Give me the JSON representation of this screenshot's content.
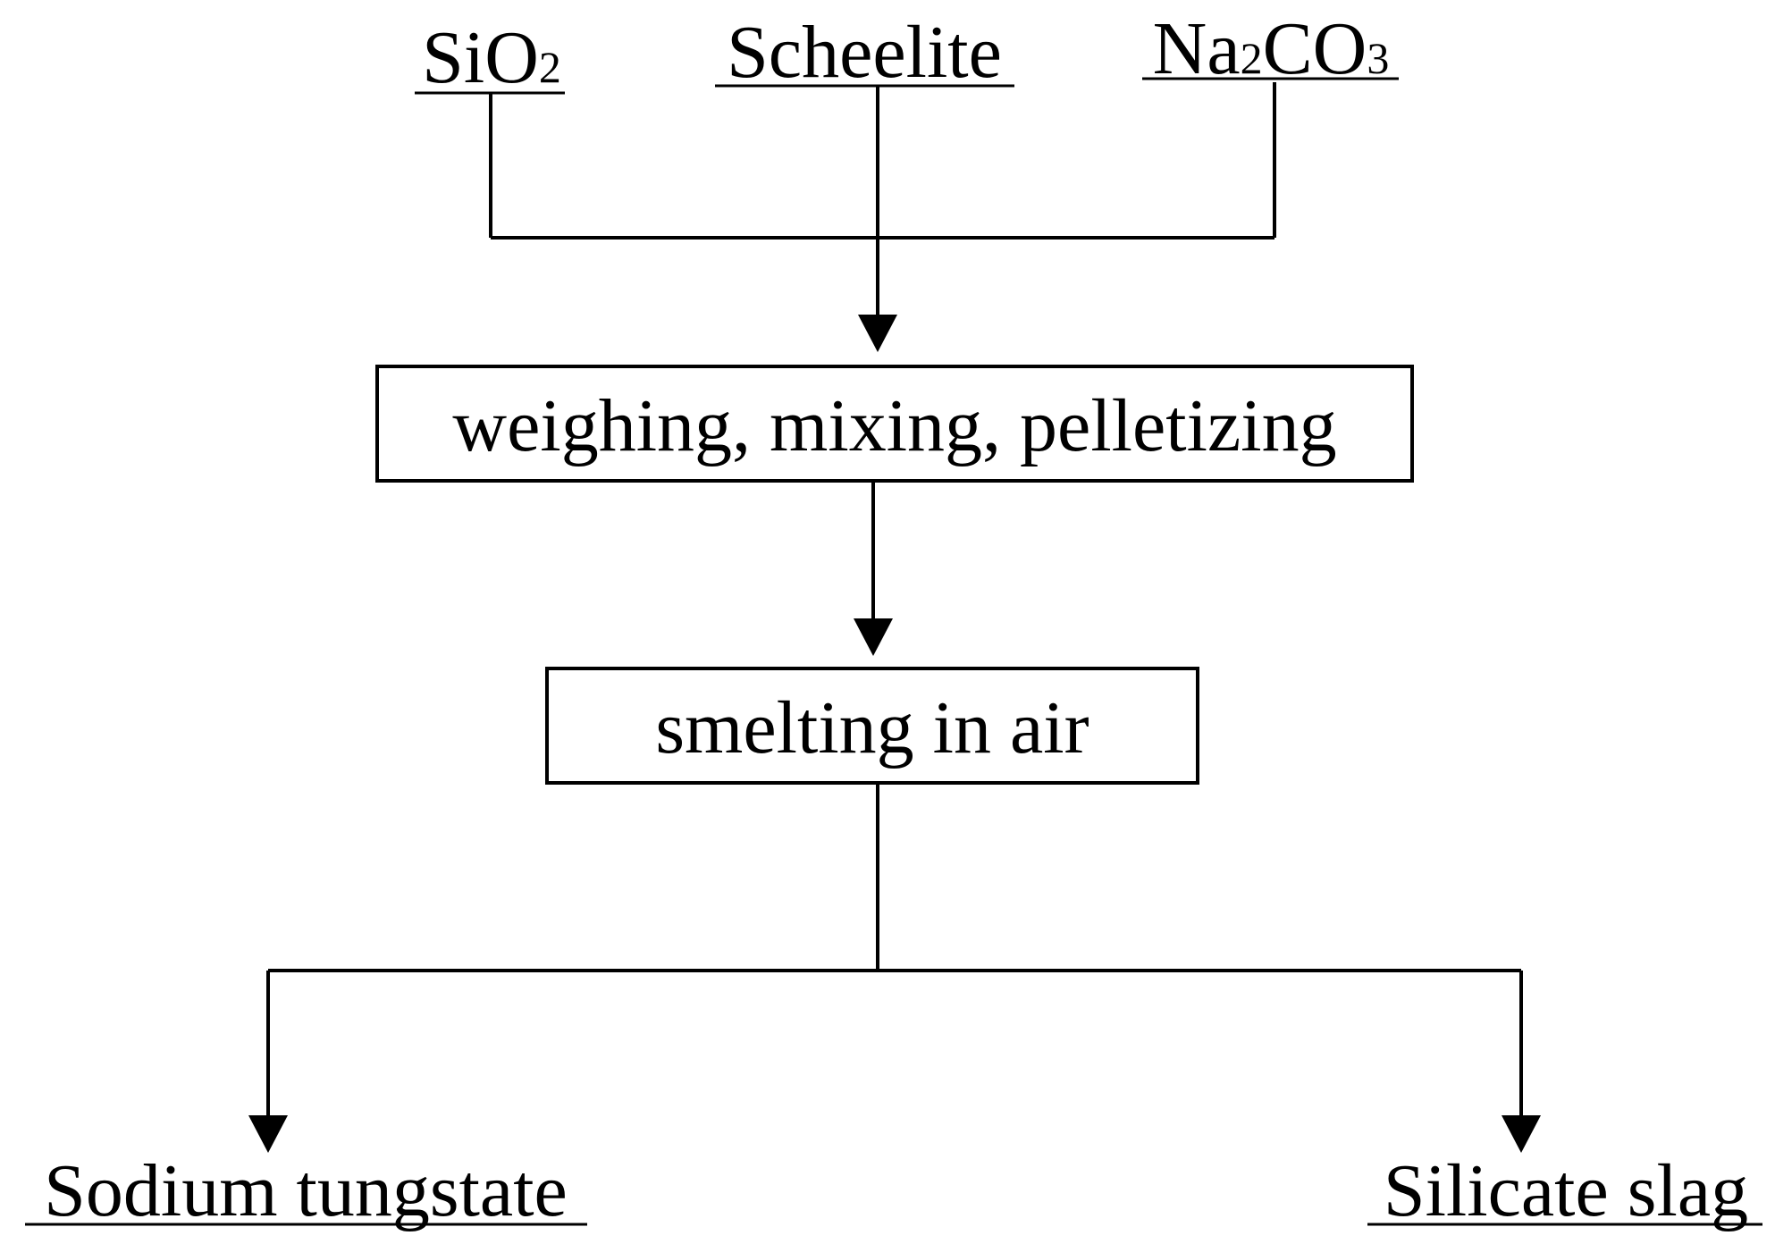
{
  "inputs": {
    "sio2": {
      "label": "SiO",
      "subscript": "2"
    },
    "scheelite": {
      "label": "Scheelite"
    },
    "na2co3": {
      "label_part1": "Na",
      "sub1": "2",
      "label_part2": "CO",
      "sub2": "3"
    }
  },
  "steps": {
    "step1": "weighing, mixing, pelletizing",
    "step2": "smelting in air"
  },
  "outputs": {
    "left": "Sodium tungstate",
    "right": "Silicate slag"
  }
}
